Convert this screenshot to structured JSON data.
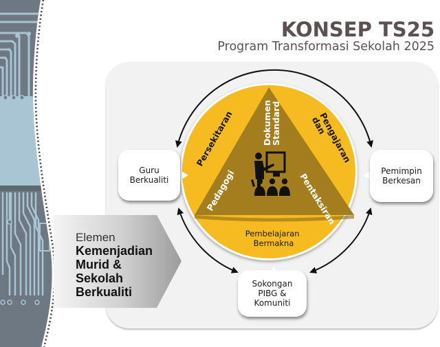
{
  "header": {
    "title": "KONSEP TS25",
    "subtitle": "Program Transformasi Sekolah 2025"
  },
  "colors": {
    "circle_yellow": "#f7bb22",
    "triangle_brown": "#a47d1e",
    "panel_bg": "#f2f2f2",
    "title_color": "#5b5052",
    "circuit_dark": "#6e7882",
    "circuit_light": "#a9c4d2"
  },
  "center": {
    "triangle_top_label": [
      "Dokumen",
      "Standard"
    ],
    "triangle_left_label": "Pedagogi",
    "triangle_right_label": "Pentaksiran",
    "icon": "teacher-presentation-icon",
    "circle_left_label": "Persekitaran",
    "circle_right_label": [
      "Pengajaran",
      "dan"
    ],
    "circle_bottom_label": [
      "Pembelajaran",
      "Bermakna"
    ]
  },
  "nodes": {
    "left": [
      "Guru",
      "Berkualiti"
    ],
    "right": [
      "Pemimpin",
      "Berkesan"
    ],
    "bottom": [
      "Sokongan",
      "PIBG &",
      "Komuniti"
    ]
  },
  "element": {
    "prefix": "Elemen",
    "lines": [
      "Kemenjadian",
      "Murid &",
      "Sekolah",
      "Berkualiti"
    ]
  }
}
